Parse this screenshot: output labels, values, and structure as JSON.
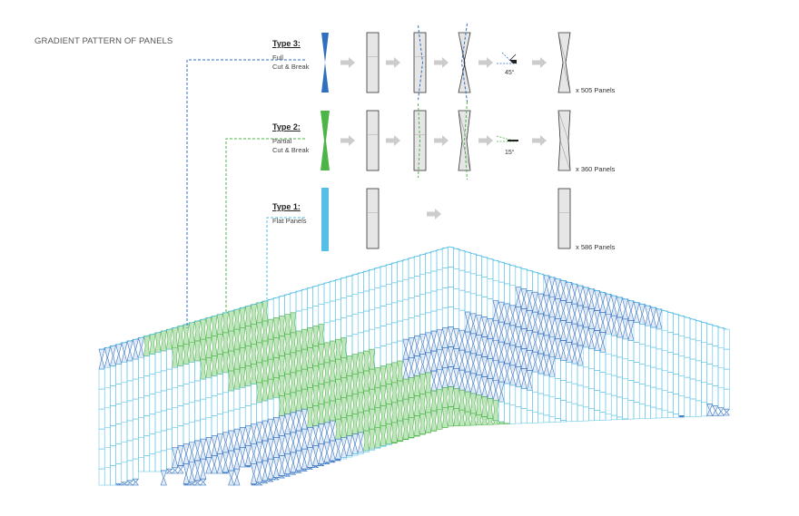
{
  "header": {
    "title": "GRADIENT PATTERN OF PANELS"
  },
  "types": [
    {
      "name": "Type 3:",
      "desc_line1": "Full",
      "desc_line2": "Cut & Break",
      "count": "x 505 Panels",
      "angle": "45°",
      "color": "#2f6fc0"
    },
    {
      "name": "Type 2:",
      "desc_line1": "Partial",
      "desc_line2": "Cut & Break",
      "count": "x 360 Panels",
      "angle": "15°",
      "color": "#4cb548"
    },
    {
      "name": "Type 1:",
      "desc_line1": "Flat Panels",
      "desc_line2": "",
      "count": "x 586 Panels",
      "angle": "",
      "color": "#4fb8e0"
    }
  ],
  "colors": {
    "type3": "#2f6fc0",
    "type2": "#4cb548",
    "type1": "#55bfe6",
    "panel_fill": "#e6e6e6",
    "panel_stroke": "#333333",
    "arrow": "#cccccc"
  }
}
